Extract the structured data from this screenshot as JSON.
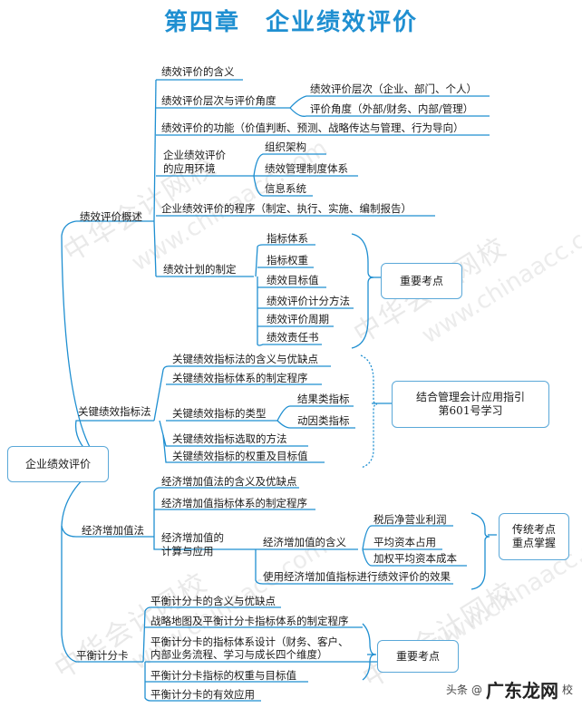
{
  "title": "第四章　企业绩效评价",
  "root": "企业绩效评价",
  "sections": {
    "s1": "绩效评价概述",
    "s2": "关键绩效指标法",
    "s3": "经济增加值法",
    "s4": "平衡计分卡"
  },
  "s1_items": {
    "a": "绩效评价的含义",
    "b": "绩效评价层次与评价角度",
    "b1": "绩效评价层次（企业、部门、个人）",
    "b2": "评价角度（外部/财务、内部/管理）",
    "c": "绩效评价的功能（价值判断、预测、战略传达与管理、行为导向）",
    "d1": "企业绩效评价",
    "d2": "的应用环境",
    "d_1": "组织架构",
    "d_2": "绩效管理制度体系",
    "d_3": "信息系统",
    "e": "企业绩效评价的程序（制定、执行、实施、编制报告）",
    "f": "绩效计划的制定",
    "f1": "指标体系",
    "f2": "指标权重",
    "f3": "绩效目标值",
    "f4": "绩效评价计分方法",
    "f5": "绩效评价周期",
    "f6": "绩效责任书",
    "note": "重要考点"
  },
  "s2_items": {
    "a": "关键绩效指标法的含义与优缺点",
    "b": "关键绩效指标体系的制定程序",
    "c": "关键绩效指标的类型",
    "c1": "结果类指标",
    "c2": "动因类指标",
    "d": "关键绩效指标选取的方法",
    "e": "关键绩效指标的权重及目标值",
    "note1": "结合管理会计应用指引",
    "note2": "第601号学习"
  },
  "s3_items": {
    "a": "经济增加值法的含义及优缺点",
    "b": "经济增加值指标体系的制定程序",
    "c1": "经济增加值的",
    "c2": "计算与应用",
    "c_a": "经济增加值的含义",
    "c_a1": "税后净营业利润",
    "c_a2": "平均资本占用",
    "c_a3": "加权平均资本成本",
    "c_b": "使用经济增加值指标进行绩效评价的效果",
    "note1": "传统考点",
    "note2": "重点掌握"
  },
  "s4_items": {
    "a": "平衡计分卡的含义与优缺点",
    "b": "战略地图及平衡计分卡指标体系的制定程序",
    "c1": "平衡计分卡的指标体系设计（财务、客户、",
    "c2": "内部业务流程、学习与成长四个维度）",
    "d": "平衡计分卡指标的权重与目标值",
    "e": "平衡计分卡的有效应用",
    "note": "重要考点"
  },
  "watermark": {
    "cn": "中华会计网校",
    "en": "www.chinaacc.com"
  },
  "footer": {
    "prefix": "头条",
    "at": "@",
    "brand": "广东龙网",
    "suffix": "校"
  },
  "colors": {
    "title": "#1f8fd1",
    "line": "#1f8fd1",
    "box_border": "#5aa8d8"
  }
}
